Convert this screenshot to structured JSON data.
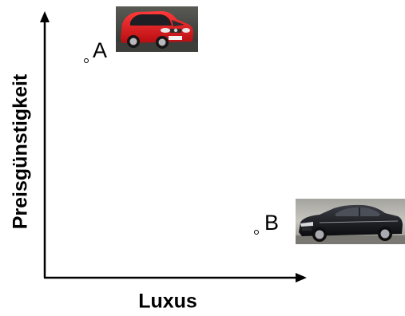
{
  "diagram": {
    "y_axis_label": "Preisgünstigkeit",
    "x_axis_label": "Luxus",
    "points": [
      {
        "label": "A",
        "image": "red-hatchback-car"
      },
      {
        "label": "B",
        "image": "black-luxury-sedan"
      }
    ]
  }
}
